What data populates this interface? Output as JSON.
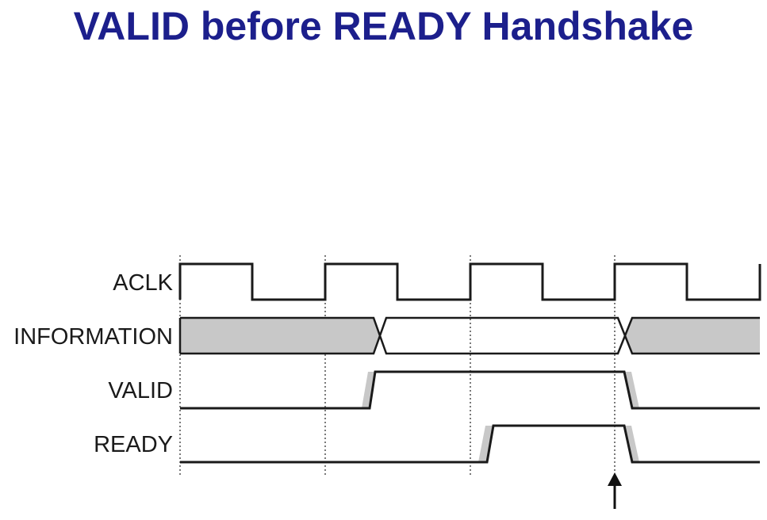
{
  "title": "VALID before READY Handshake",
  "signals": [
    {
      "id": "aclk",
      "label": "ACLK"
    },
    {
      "id": "information",
      "label": "INFORMATION"
    },
    {
      "id": "valid",
      "label": "VALID"
    },
    {
      "id": "ready",
      "label": "READY"
    }
  ],
  "colors": {
    "title": "#1c1f8c",
    "waveform": "#1a1a1a",
    "shaded": "#c8c8c8"
  },
  "annotations": {
    "handshake_arrow": "up-arrow-icon"
  }
}
